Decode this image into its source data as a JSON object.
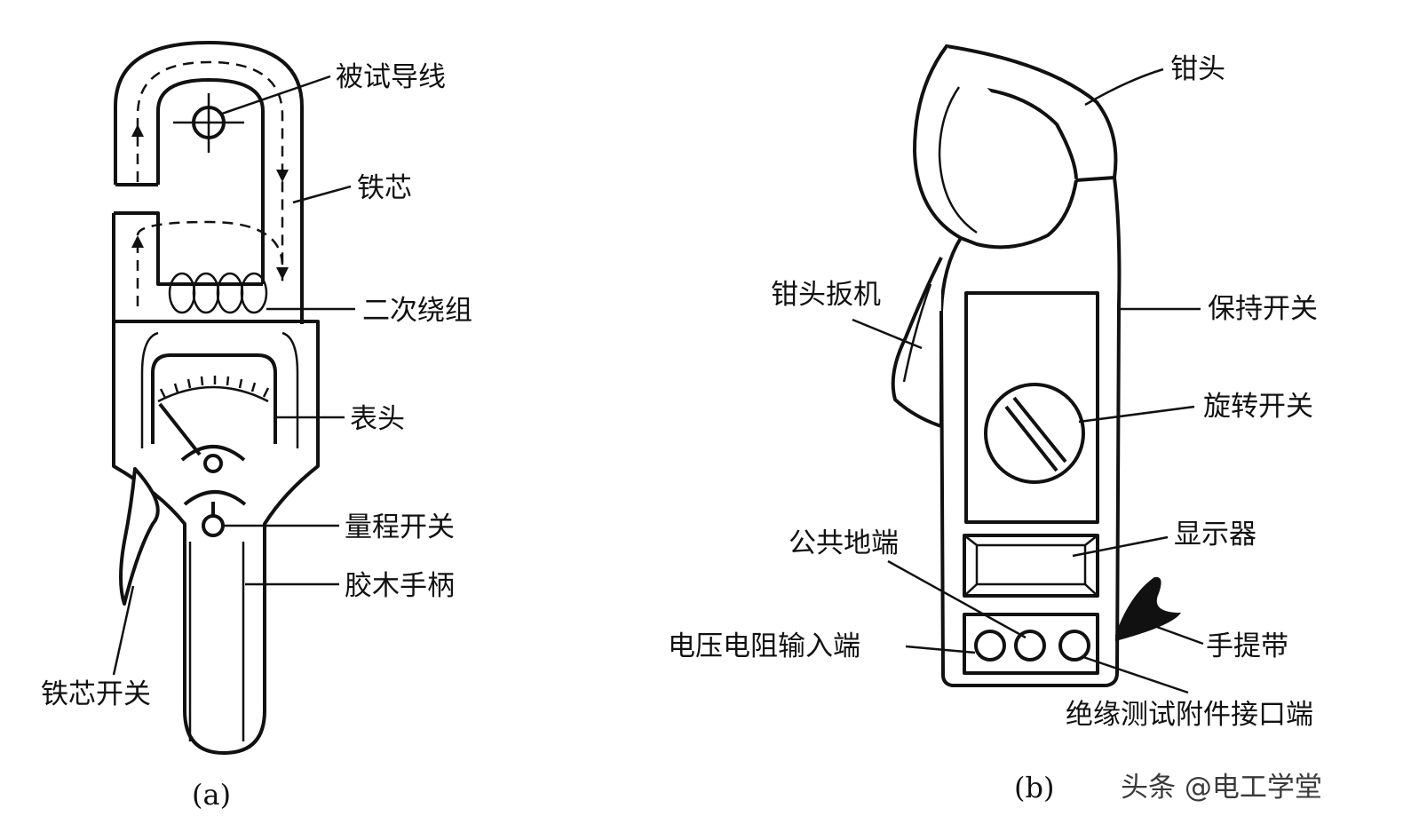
{
  "diagram_a": {
    "caption": "(a)",
    "labels": {
      "conductor": "被试导线",
      "iron_core": "铁芯",
      "secondary_winding": "二次绕组",
      "meter_head": "表头",
      "range_switch": "量程开关",
      "handle": "胶木手柄",
      "core_switch": "铁芯开关"
    }
  },
  "diagram_b": {
    "caption": "(b)",
    "labels": {
      "clamp_head": "钳头",
      "clamp_trigger": "钳头扳机",
      "hold_switch": "保持开关",
      "rotary_switch": "旋转开关",
      "display": "显示器",
      "common_terminal": "公共地端",
      "hand_strap": "手提带",
      "voltage_input": "电压电阻输入端",
      "insulation_port": "绝缘测试附件接口端"
    }
  },
  "watermark": "头条 @电工学堂"
}
